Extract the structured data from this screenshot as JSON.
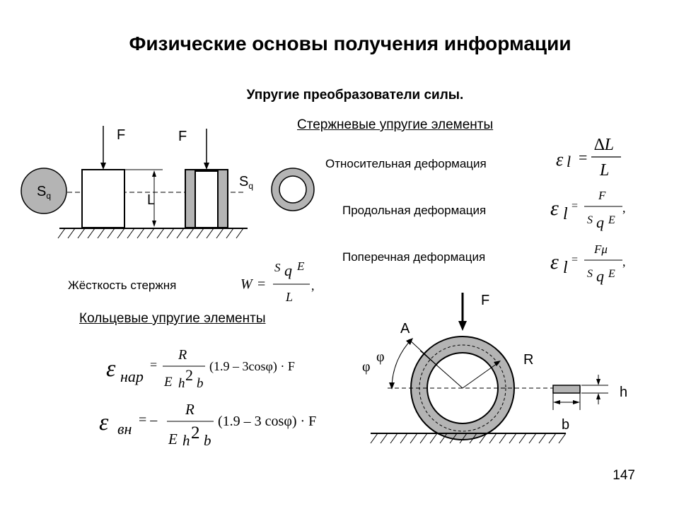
{
  "slide": {
    "title": "Физические основы получения информации",
    "subtitle": "Упругие преобразователи силы.",
    "page_number": "147"
  },
  "rod_section": {
    "heading": "Стержневые упругие элементы",
    "relative_deformation_label": "Относительная деформация",
    "longitudinal_deformation_label": "Продольная деформация",
    "transverse_deformation_label": "Поперечная деформация",
    "stiffness_label": "Жёсткость стержня"
  },
  "ring_section": {
    "heading": "Кольцевые упругие элементы"
  },
  "rod_figure": {
    "force_left": "F",
    "force_right": "F",
    "length": "L",
    "area_left": "S",
    "area_left_sub": "q",
    "area_right": "S",
    "area_right_sub": "q"
  },
  "ring_figure": {
    "force": "F",
    "point_a": "A",
    "radius": "R",
    "phi_left": "φ",
    "phi_right": "φ",
    "height": "h",
    "width": "b"
  },
  "formulas": {
    "eps_rel": {
      "lhs": "ε",
      "sub": "l",
      "eq": "=",
      "num": "∆L",
      "den": "L"
    },
    "eps_long": {
      "lhs": "ε",
      "sub": "l",
      "eq": "=",
      "num": "F",
      "den_s": "S",
      "den_q": "q",
      "den_e": "E",
      "tail": ","
    },
    "eps_trans": {
      "lhs": "ε",
      "sub": "l",
      "eq": "=",
      "num": "Fμ",
      "den_s": "S",
      "den_q": "q",
      "den_e": "E",
      "tail": ","
    },
    "stiffness": {
      "lhs": "W",
      "eq": "=",
      "num_s": "S",
      "num_q": "q",
      "num_e": "E",
      "den": "L",
      "tail": ","
    },
    "eps_outer": {
      "lhs": "ε",
      "sub": "нар",
      "eq": "=",
      "num": "R",
      "den_e": "E",
      "den_h": "h",
      "den_exp": "2",
      "den_b": "b",
      "tail": "(1.9 – 3cosφ) · F"
    },
    "eps_inner": {
      "lhs": "ε",
      "sub": "вн",
      "eq": "= –",
      "num": "R",
      "den_e": "E",
      "den_h": "h",
      "den_exp": "2",
      "den_b": "b",
      "tail": "(1.9 – 3 cosφ) · F"
    }
  },
  "colors": {
    "ring_fill": "#b4b4b4",
    "rod_fill": "#b4b4b4",
    "ink": "#000000"
  }
}
